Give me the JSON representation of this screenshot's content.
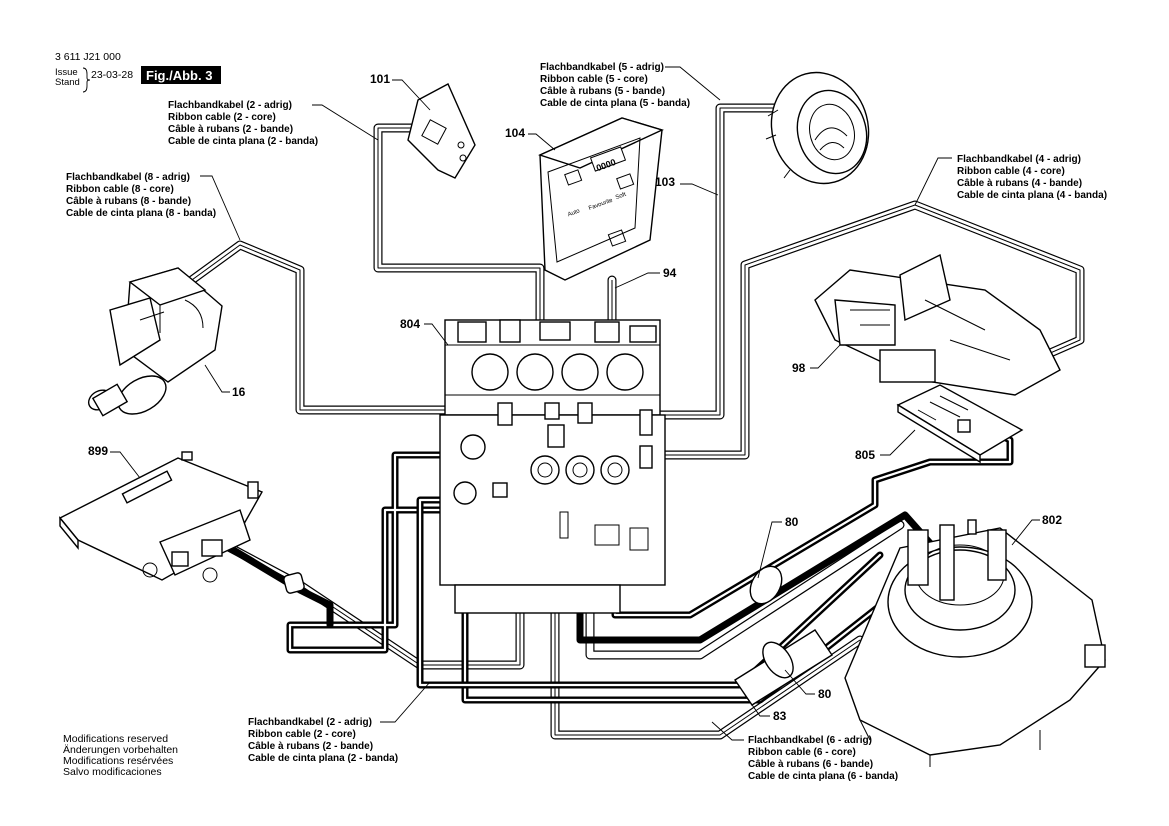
{
  "header": {
    "doc_number": "3 611 J21 000",
    "issue_label_1": "Issue",
    "issue_label_2": "Stand",
    "date": "23-03-28",
    "figure": "Fig./Abb. 3"
  },
  "parts": {
    "p101": "101",
    "p104": "104",
    "p103": "103",
    "p94": "94",
    "p804": "804",
    "p16": "16",
    "p98": "98",
    "p805": "805",
    "p899": "899",
    "p80a": "80",
    "p80b": "80",
    "p802": "802",
    "p83": "83"
  },
  "cable_labels": {
    "c2a": [
      "Flachbandkabel (2 - adrig)",
      "Ribbon cable (2 - core)",
      "Câble à rubans (2 - bande)",
      "Cable de cinta plana (2 - banda)"
    ],
    "c5": [
      "Flachbandkabel (5 - adrig)",
      "Ribbon cable (5 - core)",
      "Câble à rubans (5 - bande)",
      "Cable de cinta plana (5 - banda)"
    ],
    "c8": [
      "Flachbandkabel (8 - adrig)",
      "Ribbon cable (8 - core)",
      "Câble à rubans (8 - bande)",
      "Cable de cinta plana (8 - banda)"
    ],
    "c4": [
      "Flachbandkabel (4 - adrig)",
      "Ribbon cable (4 - core)",
      "Câble à rubans (4 - bande)",
      "Cable de cinta plana (4 - banda)"
    ],
    "c2b": [
      "Flachbandkabel (2 - adrig)",
      "Ribbon cable (2 - core)",
      "Câble à rubans (2 - bande)",
      "Cable de cinta plana (2 - banda)"
    ],
    "c6": [
      "Flachbandkabel (6 - adrig)",
      "Ribbon cable (6 - core)",
      "Câble à rubans (6 - bande)",
      "Cable de cinta plana (6 - banda)"
    ]
  },
  "panel": {
    "display": "0000",
    "btn1": "Auto",
    "btn2": "Favourite",
    "btn3": "Soft"
  },
  "modifications": [
    "Modifications reserved",
    "Änderungen vorbehalten",
    "Modifications resérvées",
    "Salvo modificaciones"
  ]
}
